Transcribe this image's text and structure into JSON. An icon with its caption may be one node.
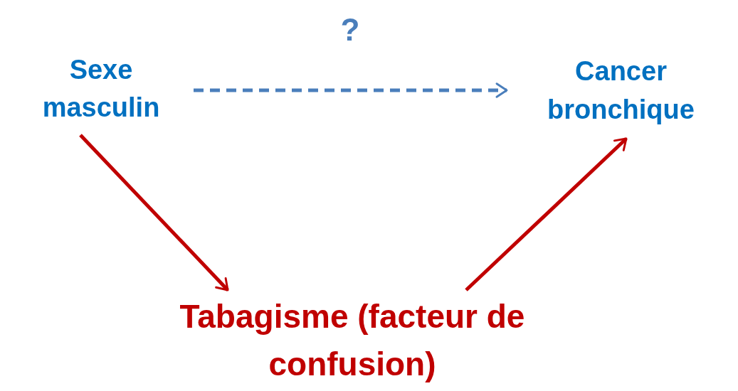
{
  "diagram": {
    "nodes": [
      {
        "text": [
          "Sexe masculin"
        ]
      },
      {
        "text": [
          "Cancer bronchique"
        ]
      },
      {
        "text": [
          "Tabagisme (facteur de confusion)"
        ]
      }
    ],
    "edges": [
      {
        "from": 0,
        "to": 1,
        "arrow": "to",
        "label": "?",
        "style": "dashed",
        "color": "#4a7ebb"
      },
      {
        "from": 0,
        "to": 2,
        "arrow": "to"
      },
      {
        "from": 2,
        "to": 1,
        "arrow": "to"
      }
    ]
  }
}
